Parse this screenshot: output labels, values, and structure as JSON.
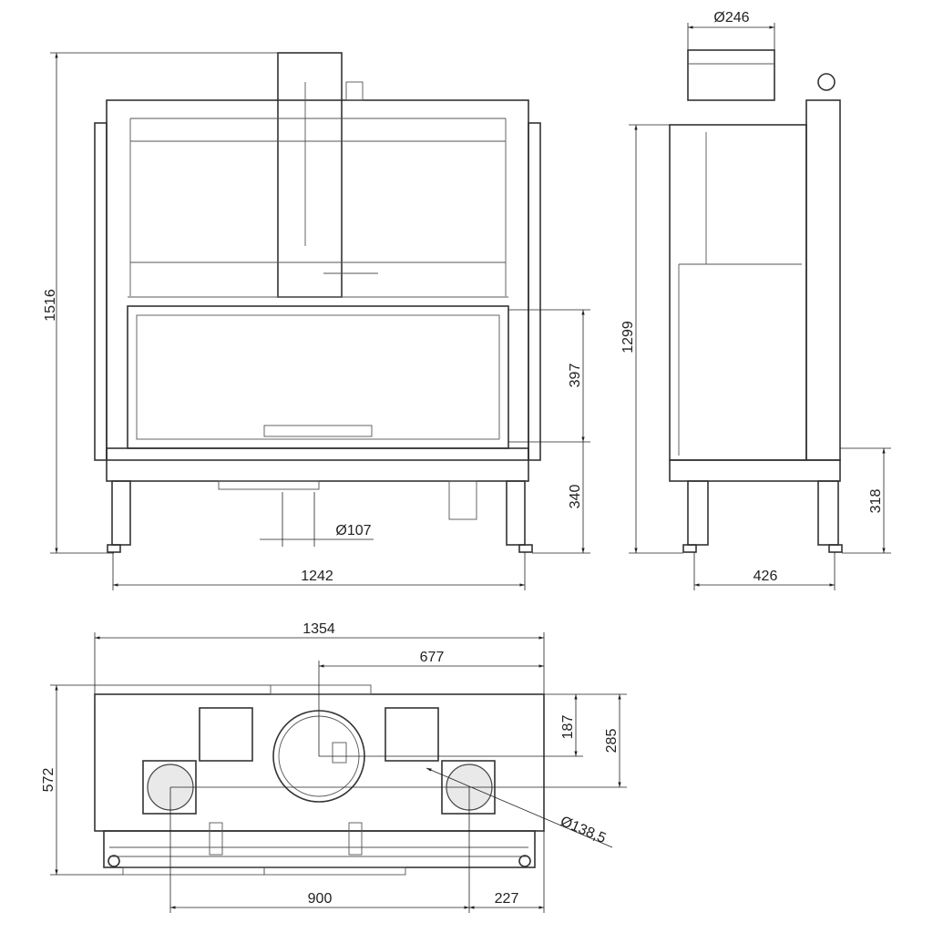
{
  "drawing": {
    "front_view": {
      "dimensions": {
        "total_height": "1516",
        "width": "1242",
        "glass_height": "397",
        "base_height": "340",
        "air_inlet_diameter": "Ø107"
      }
    },
    "side_view": {
      "dimensions": {
        "flue_diameter": "Ø246",
        "body_height": "1299",
        "depth": "426",
        "leg_height": "318"
      }
    },
    "top_view": {
      "dimensions": {
        "total_width": "1354",
        "flue_offset_x": "677",
        "flue_offset_y": "187",
        "outlet_offset_y": "285",
        "total_depth": "572",
        "outlet_spacing": "900",
        "outlet_offset_x": "227",
        "outlet_diameter": "Ø138,5"
      }
    }
  }
}
